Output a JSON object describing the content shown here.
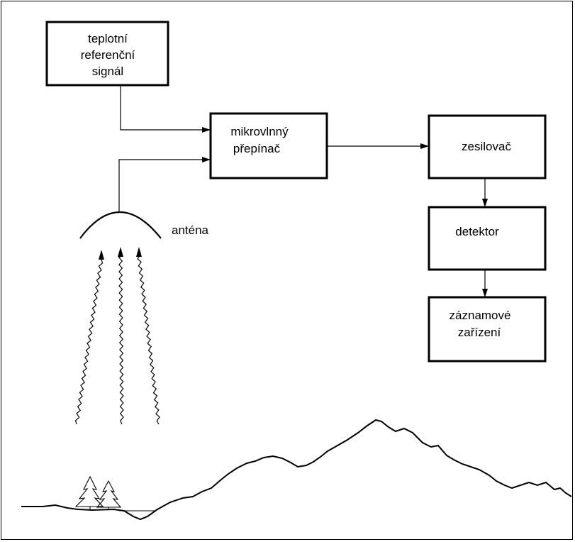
{
  "blocks": {
    "reference": {
      "lines": [
        "teplotní",
        "referenční",
        "signál"
      ]
    },
    "switch": {
      "lines": [
        "mikrovlnný",
        "přepínač"
      ]
    },
    "amplifier": {
      "lines": [
        "zesilovač"
      ]
    },
    "detector": {
      "lines": [
        "detektor"
      ]
    },
    "recorder": {
      "lines": [
        "záznamové",
        "zařízení"
      ]
    }
  },
  "labels": {
    "antenna": "anténa"
  }
}
